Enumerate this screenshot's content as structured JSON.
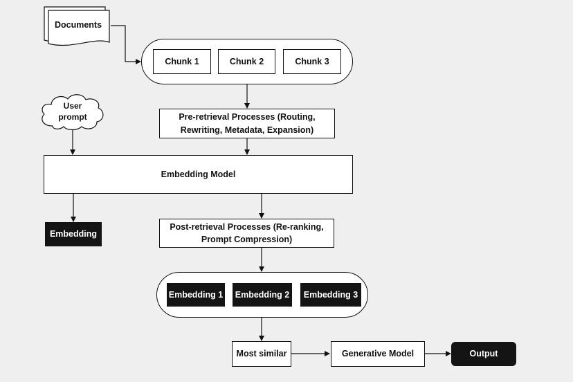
{
  "documents": {
    "label": "Documents"
  },
  "chunks": [
    "Chunk 1",
    "Chunk 2",
    "Chunk 3"
  ],
  "user_prompt": {
    "label": "User prompt"
  },
  "pre_retrieval": {
    "line1": "Pre-retrieval Processes (Routing,",
    "line2": "Rewriting, Metadata, Expansion)"
  },
  "embedding_model": {
    "label": "Embedding Model"
  },
  "embedding_output": {
    "label": "Embedding"
  },
  "post_retrieval": {
    "line1": "Post-retrieval Processes (Re-ranking,",
    "line2": "Prompt Compression)"
  },
  "embeddings": [
    "Embedding 1",
    "Embedding 2",
    "Embedding 3"
  ],
  "most_similar": {
    "label": "Most similar"
  },
  "generative_model": {
    "label": "Generative Model"
  },
  "output": {
    "label": "Output"
  },
  "colors": {
    "background": "#efefef",
    "stroke": "#111111",
    "dark_fill": "#141414",
    "light_fill": "#ffffff"
  }
}
